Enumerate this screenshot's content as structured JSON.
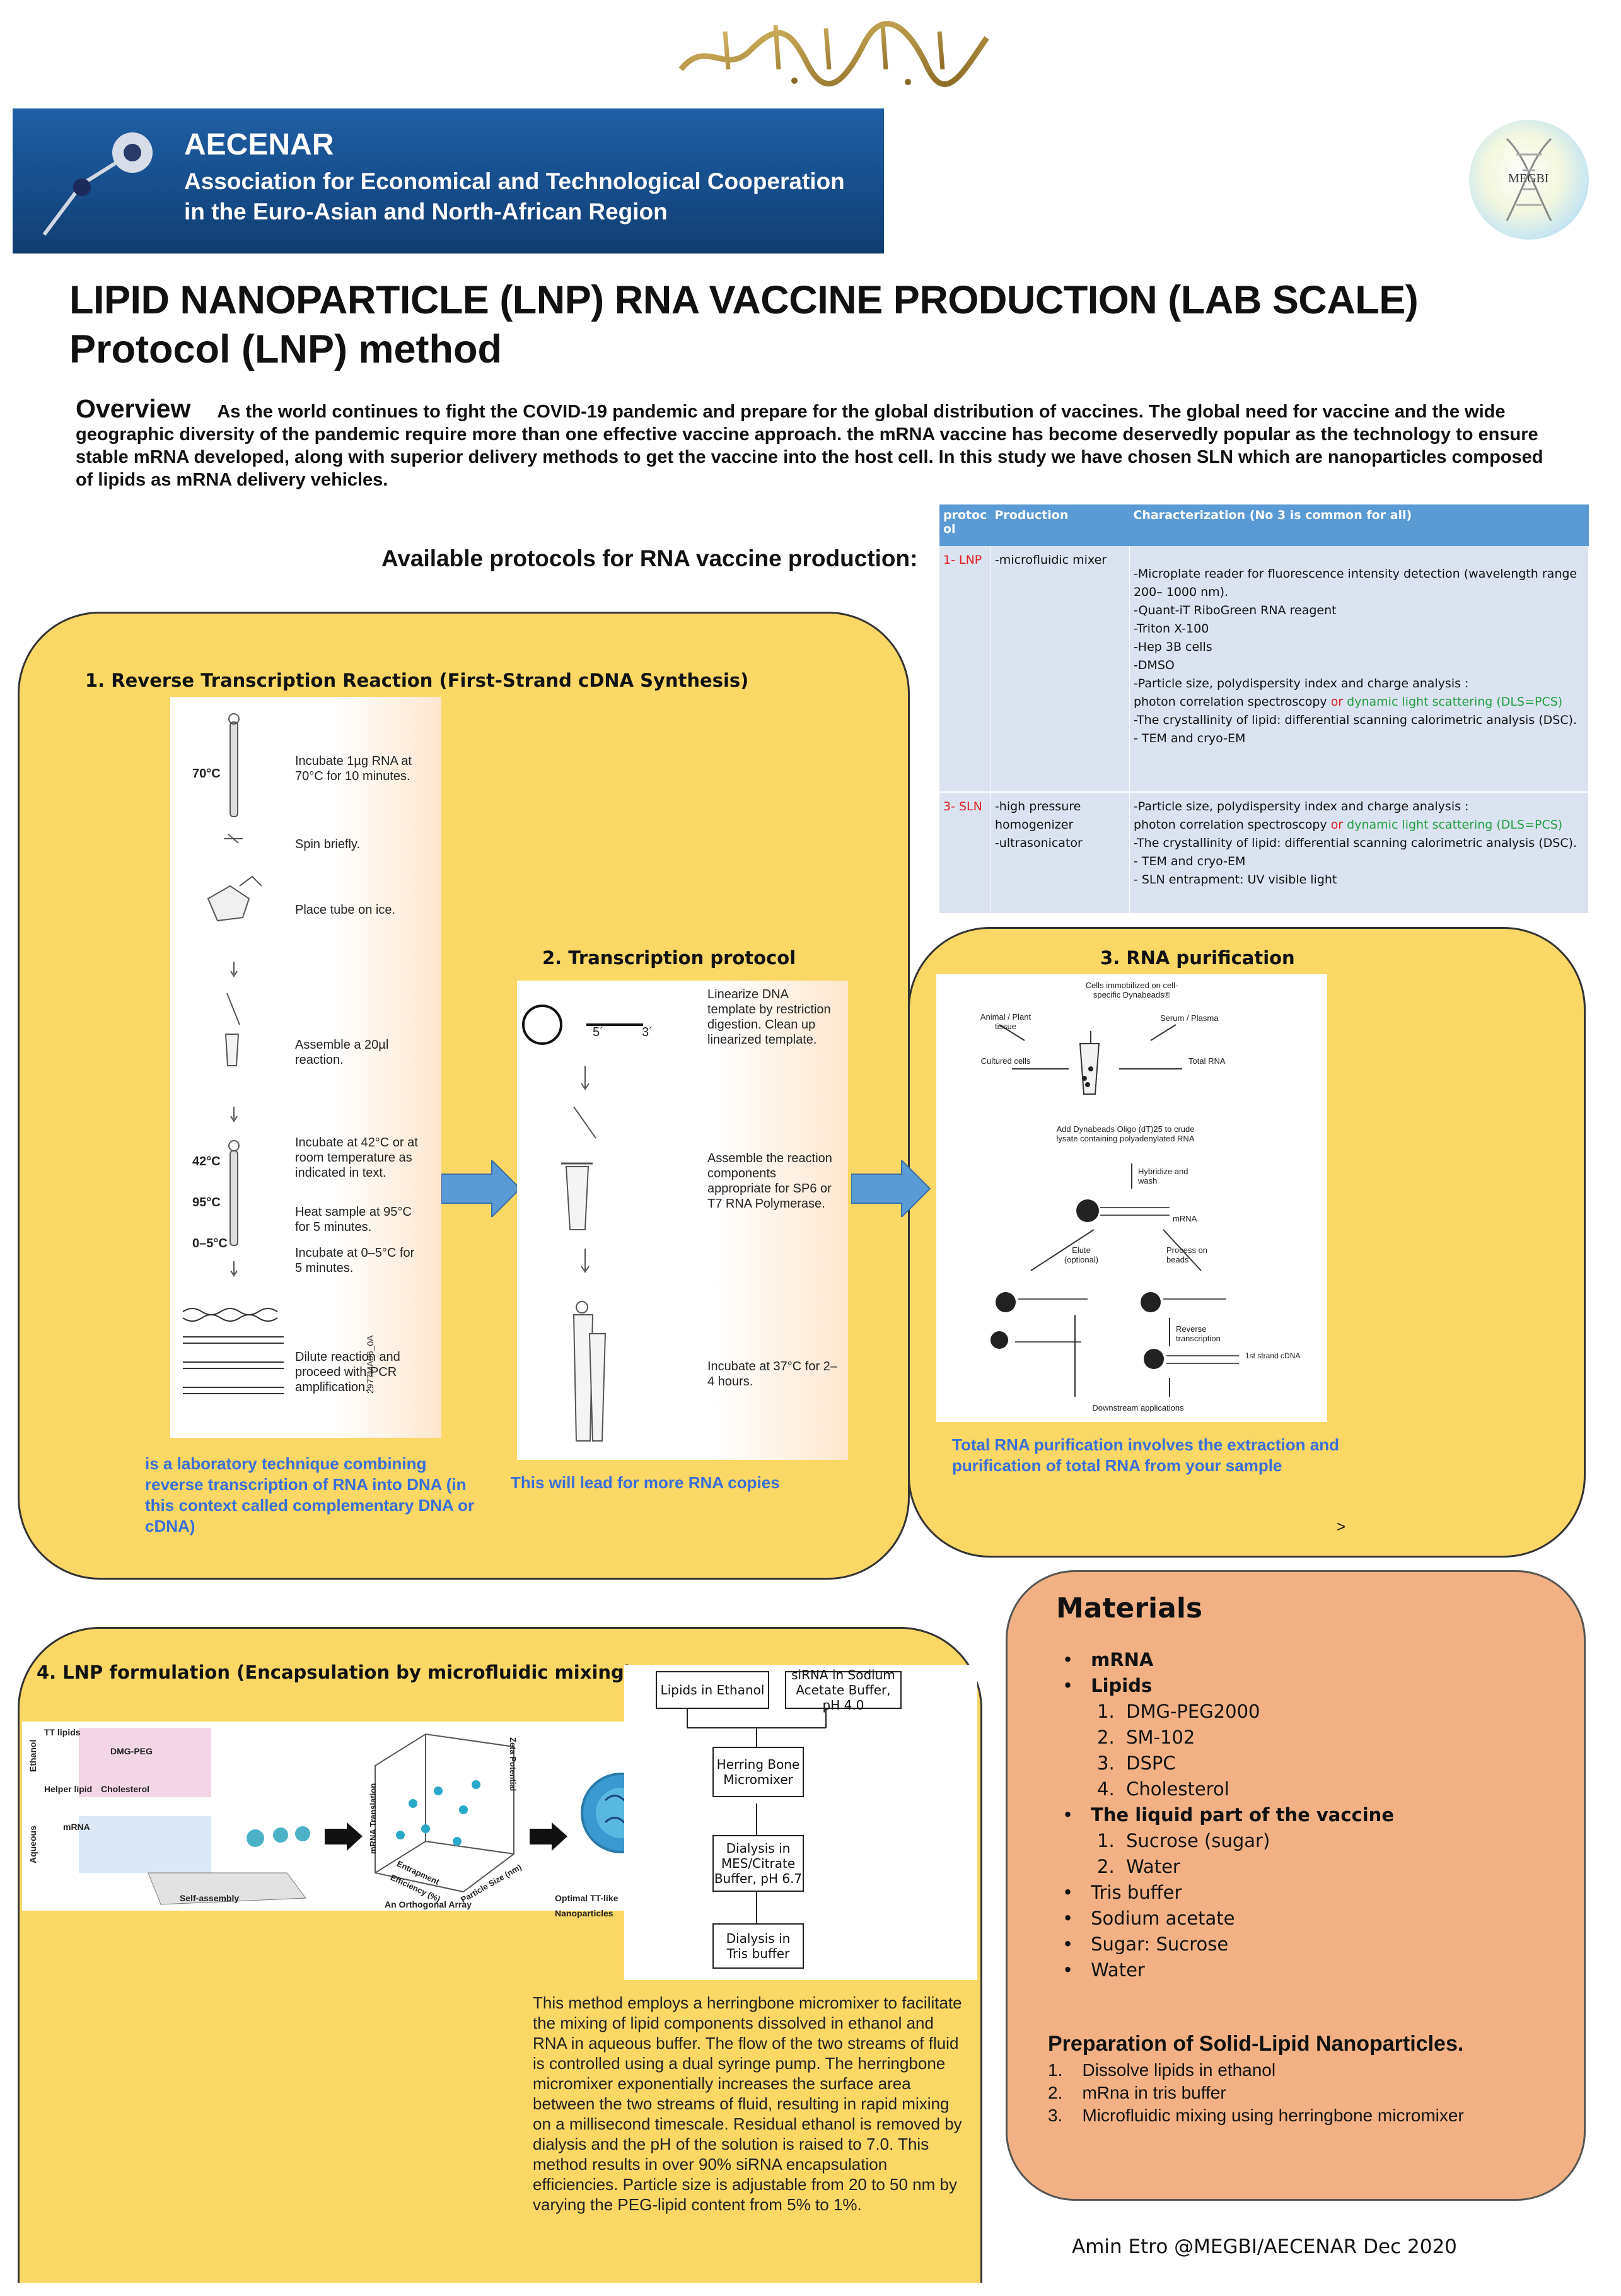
{
  "header": {
    "banner_title": "AECENAR",
    "banner_sub1": "Association for Economical and Technological Cooperation",
    "banner_sub2": "in the Euro-Asian and North-African Region",
    "megbi_label": "MEGBI"
  },
  "title": {
    "line1": "LIPID NANOPARTICLE (LNP) RNA VACCINE PRODUCTION (LAB SCALE)",
    "line2": "Protocol (LNP) method"
  },
  "overview": {
    "heading": "Overview",
    "text": "As the world continues to fight the COVID-19 pandemic and prepare for the global distribution of vaccines. The global need for vaccine and the wide geographic diversity of the pandemic require more than one effective vaccine approach. the mRNA vaccine has become deservedly popular as the technology to ensure stable mRNA developed, along with superior delivery methods to get the vaccine into the host cell. In this study we have chosen SLN which are nanoparticles composed of lipids as mRNA delivery vehicles."
  },
  "available": "Available protocols for RNA vaccine production:",
  "table": {
    "headers": [
      "protoc ol",
      "Production",
      "Characterization (No 3 is common for all)"
    ],
    "row1": {
      "protocol": "1- LNP",
      "production": "-microfluidic mixer",
      "c1": "-Microplate reader for fluorescence intensity detection (wavelength range 200– 1000 nm).",
      "c2": "-Quant-iT RiboGreen RNA reagent",
      "c3": "-Triton X-100",
      "c4": "-Hep 3B cells",
      "c5": "-DMSO",
      "c6": "-Particle size, polydispersity index and charge analysis :",
      "c7a": "photon correlation spectroscopy ",
      "c7or": "or",
      "c7b": " dynamic light scattering (DLS=PCS)",
      "c8": "-The crystallinity of lipid: differential scanning calorimetric analysis (DSC).",
      "c9": "-    TEM and cryo-EM"
    },
    "row2": {
      "protocol": "3- SLN",
      "production1": "-high pressure homogenizer",
      "production2": "-ultrasonicator",
      "c1": "-Particle size, polydispersity index and charge analysis :",
      "c2a": "photon correlation spectroscopy ",
      "c2or": "or",
      "c2b": " dynamic light scattering (DLS=PCS)",
      "c3": "-The crystallinity of lipid: differential scanning calorimetric analysis (DSC).",
      "c4": "-    TEM and cryo-EM",
      "c5": "-    SLN entrapment: UV visible light"
    }
  },
  "rt": {
    "title": "1. Reverse Transcription Reaction (First-Strand cDNA Synthesis)",
    "t70": "70°C",
    "s1": "Incubate 1µg RNA at 70°C for 10 minutes.",
    "s2": "Spin briefly.",
    "s3": "Place tube on ice.",
    "s4": "Assemble a 20µl reaction.",
    "t42": "42°C",
    "t95": "95°C",
    "t05": "0–5°C",
    "s5": "Incubate at 42°C or at room temperature as indicated in text.",
    "s6": "Heat sample at 95°C for 5 minutes.",
    "s7": "Incubate at 0–5°C for 5 minutes.",
    "s8": "Dilute reaction and proceed with PCR amplification.",
    "code": "2977MA06_0A",
    "caption": " is a laboratory technique combining reverse transcription of RNA into DNA (in this context called complementary DNA or cDNA)"
  },
  "tx": {
    "title": "2. Transcription protocol",
    "s1": "Linearize DNA template by restriction digestion. Clean up linearized template.",
    "five": "5´",
    "three": "3´",
    "s2": "Assemble the reaction components appropriate for SP6 or T7 RNA Polymerase.",
    "s3": "Incubate at 37°C for 2–4 hours.",
    "caption": "This will lead for more RNA copies"
  },
  "rp": {
    "title": "3. RNA purification",
    "l1": "Cells immobilized on cell-specific Dynabeads®",
    "l2": "Animal / Plant tissue",
    "l3": "Serum / Plasma",
    "l4": "Cultured cells",
    "l5": "Total RNA",
    "l6": "Add Dynabeads Oligo (dT)25 to crude lysate containing polyadenylated RNA",
    "l7": "Hybridize and wash",
    "l8": "mRNA",
    "l9": "Elute (optional)",
    "l10": "Process on beads",
    "l11": "Reverse transcription",
    "l12": "1st strand cDNA",
    "l13": "Downstream applications",
    "caption": "Total RNA purification involves the extraction and purification of total RNA from your sample",
    "mark": ">"
  },
  "lnp": {
    "title": "4. LNP formulation (Encapsulation by microfluidic mixing)",
    "f1": "TT lipids",
    "f2": "DMG-PEG",
    "f3": "Helper lipid",
    "f4": "Cholesterol",
    "f5": "Ethanol",
    "f6": "Aqueous",
    "f7": "mRNA",
    "f8": "Self-assembly",
    "f9": "An Orthogonal Array",
    "f10": "Optimal TT-like Nanoparticles",
    "f11": "mRNA Translation",
    "f12": "Zeta Potential",
    "f13": "Entrapment Efficiency (%)",
    "f14": "Particle Size (nm)",
    "flow1": "Lipids in Ethanol",
    "flow2": "siRNA in Sodium Acetate Buffer, pH 4.0",
    "flow3": "Herring Bone Micromixer",
    "flow4": "Dialysis in MES/Citrate Buffer, pH 6.7",
    "flow5": "Dialysis in Tris buffer",
    "method": "This method employs a herringbone micromixer to facilitate the mixing of lipid components dissolved in ethanol and RNA in aqueous buffer. The flow of the two streams of fluid is controlled using a dual syringe pump. The herringbone micromixer exponentially increases the surface area between the two streams of fluid, resulting in rapid mixing on a millisecond timescale. Residual ethanol is removed by dialysis and the pH of the solution is raised to 7.0. This method results in over 90% siRNA encapsulation efficiencies. Particle size is adjustable from 20 to 50 nm by varying the PEG-lipid content from 5% to 1%."
  },
  "materials": {
    "title": "Materials",
    "m1": "mRNA",
    "m2": "Lipids",
    "m2a": "DMG-PEG2000",
    "m2b": "SM-102",
    "m2c": "DSPC",
    "m2d": "Cholesterol",
    "m3": "The liquid part of the vaccine",
    "m3a": "Sucrose (sugar)",
    "m3b": "Water",
    "m4": "Tris buffer",
    "m5": "Sodium acetate",
    "m6": "Sugar: Sucrose",
    "m7": "Water",
    "prep_title": "Preparation of Solid-Lipid Nanoparticles.",
    "p1": "Dissolve lipids in ethanol",
    "p2": "mRna in tris buffer",
    "p3": "Microfluidic mixing using herringbone micromixer"
  },
  "footer": "Amin Etro @MEGBI/AECENAR Dec 2020",
  "colors": {
    "panel_yellow": "#fbd766",
    "materials_orange": "#f2b184",
    "table_header": "#5b9bd5",
    "caption_blue": "#3a6fd8",
    "banner_blue": "#1a56a0"
  }
}
